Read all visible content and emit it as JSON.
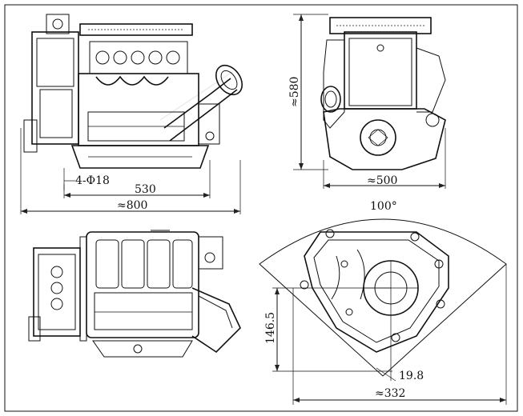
{
  "views": {
    "side": {
      "bolt_label": "4-Φ18",
      "dim_inner": "530",
      "dim_overall": "≈800"
    },
    "front": {
      "dim_height": "≈580",
      "dim_width": "≈500"
    },
    "top": {},
    "section": {
      "dim_angle": "100°",
      "dim_vertical": "146.5",
      "dim_offset": "19.8",
      "dim_width": "≈332"
    }
  }
}
